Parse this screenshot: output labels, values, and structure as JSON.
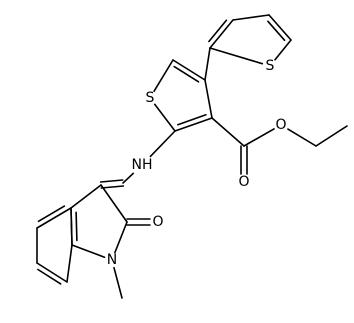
{
  "structure": {
    "atom_labels": {
      "sulfur_upper_thiophene": "S",
      "sulfur_core_thiophene": "S",
      "ester_oxygen_single": "O",
      "ester_oxygen_double": "O",
      "amine_nh": "NH",
      "lactam_nitrogen": "N",
      "lactam_carbonyl_oxygen": "O"
    },
    "colors": {
      "bond": "#000000",
      "label": "#000000",
      "background": "#ffffff"
    }
  }
}
